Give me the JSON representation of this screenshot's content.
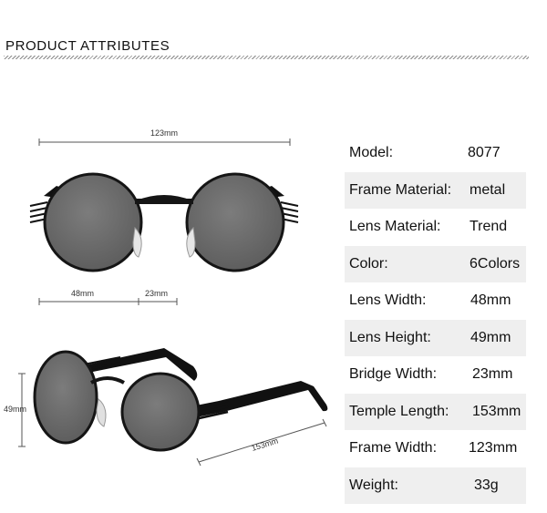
{
  "header": {
    "title": "PRODUCT ATTRIBUTES"
  },
  "front_view": {
    "total_width_label": "123mm",
    "lens_width_label": "48mm",
    "bridge_width_label": "23mm"
  },
  "side_view": {
    "lens_height_label": "49mm",
    "temple_length_label": "153mm"
  },
  "attributes": [
    {
      "label": "Model:",
      "value": "8077"
    },
    {
      "label": "Frame Material:",
      "value": "metal"
    },
    {
      "label": "Lens Material:",
      "value": "Trend"
    },
    {
      "label": "Color:",
      "value": "6Colors"
    },
    {
      "label": "Lens Width:",
      "value": "48mm"
    },
    {
      "label": "Lens Height:",
      "value": "49mm"
    },
    {
      "label": "Bridge Width:",
      "value": "23mm"
    },
    {
      "label": "Temple Length:",
      "value": "153mm"
    },
    {
      "label": "Frame Width:",
      "value": "123mm"
    },
    {
      "label": "Weight:",
      "value": "33g"
    }
  ],
  "colors": {
    "lens": "#6f6f6f",
    "frame": "#151515",
    "row_shade": "#efefef"
  }
}
